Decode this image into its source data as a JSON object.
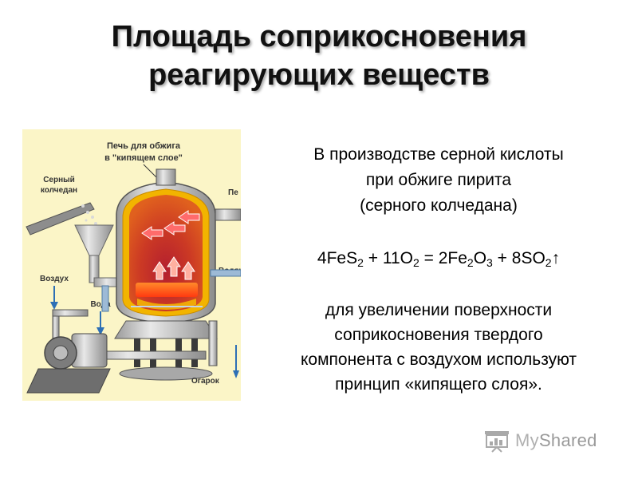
{
  "slide": {
    "title_line1": "Площадь соприкосновения",
    "title_line2": "реагирующих веществ"
  },
  "figure": {
    "furnace_caption_line1": "Печь для обжига",
    "furnace_caption_line2": "в \"кипящем слое\"",
    "label_ore_line1": "Серный",
    "label_ore_line2": "колчедан",
    "label_air": "Воздух",
    "label_water": "Вода",
    "label_cinder": "Огарок",
    "label_gas_partial": "Пе",
    "label_water_steam_partial": "Водян",
    "colors": {
      "background": "#fbf5c7",
      "furnace_shell": "#e0e0e0",
      "furnace_lining": "#f2b400",
      "chamber": "#cc3a24",
      "hot_bed": "#ff5a1a",
      "arrows": "#2d6fb5"
    }
  },
  "text": {
    "intro_line1": "В производстве серной кислоты",
    "intro_line2": "при обжиге пирита",
    "intro_line3": "(серного колчедана)",
    "equation": {
      "t1": "4FeS",
      "s1": "2",
      "t2": " + 11O",
      "s2": "2",
      "t3": " = 2Fe",
      "s3": "2",
      "t4": "O",
      "s4": "3",
      "t5": " + 8SO",
      "s5": "2",
      "arrow": "↑"
    },
    "note_line1": "для увеличении поверхности",
    "note_line2": "соприкосновения твердого",
    "note_line3": "компонента с воздухом используют",
    "note_line4": "принцип «кипящего слоя»."
  },
  "watermark": {
    "brand_my": "My",
    "brand_rest": "Shared",
    "icon": "presentation-board-icon"
  }
}
